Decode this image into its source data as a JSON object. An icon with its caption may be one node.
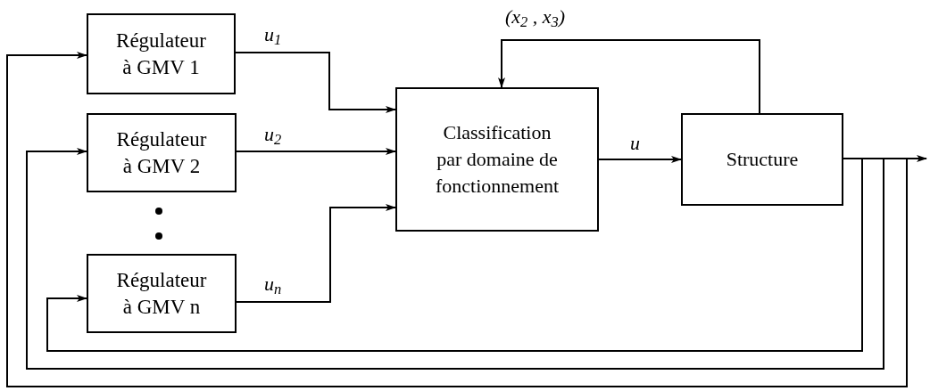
{
  "diagram": {
    "nodes": [
      {
        "text": [
          "Régulateur à GMV 1"
        ]
      },
      {
        "text": [
          "Régulateur à GMV 2"
        ]
      },
      {
        "text": [
          "Régulateur à GMV n"
        ]
      },
      {
        "text": [
          "Classification par domaine de fonctionnement"
        ]
      },
      {
        "text": [
          "Structure"
        ]
      }
    ],
    "edges": [
      {
        "from": 0,
        "to": 3,
        "arrow": "to",
        "label": "u$_{1}$"
      },
      {
        "from": 1,
        "to": 3,
        "arrow": "to",
        "label": "u$_{2}$"
      },
      {
        "from": 2,
        "to": 3,
        "arrow": "to",
        "label": "u$_{n}$"
      },
      {
        "from": 3,
        "to": 4,
        "arrow": "to",
        "label": "u"
      },
      {
        "from": 4,
        "to": 3,
        "arrow": "to",
        "label": "(x$_{2}$ , x$_{3}$)"
      },
      {
        "from": 4,
        "to": 2,
        "arrow": "to"
      },
      {
        "from": 4,
        "to": 1,
        "arrow": "to"
      },
      {
        "from": 4,
        "to": 0,
        "arrow": "to"
      },
      {
        "from": 4,
        "to": null,
        "arrow": "to"
      }
    ]
  }
}
